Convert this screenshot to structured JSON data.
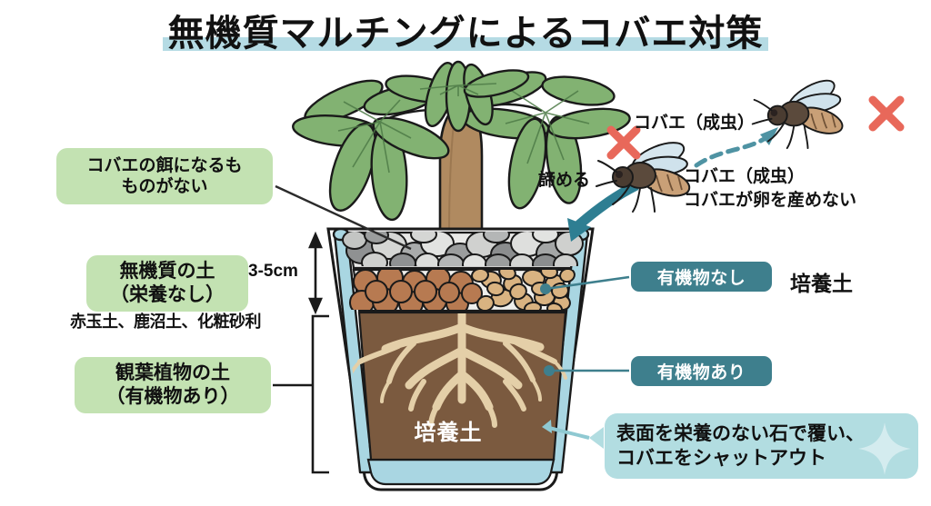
{
  "title": "無機質マルチングによるコバエ対策",
  "left_labels": {
    "food_box_line1": "コバエの餌になるも",
    "food_box_line2": "ものがない",
    "inorganic_box_line1": "無機質の土",
    "inorganic_box_line2": "（栄養なし）",
    "soil_types_note": "赤玉土、鹿沼土、化粧砂利",
    "houseplant_box_line1": "観葉植物の土",
    "houseplant_box_line2": "（有機物あり）",
    "depth_measure": "3-5cm"
  },
  "right_labels": {
    "badge_no_organic": "有機物なし",
    "badge_has_organic": "有機物あり",
    "potting_soil": "培養土"
  },
  "fly_labels": {
    "adult_fly_top": "コバエ（成虫）",
    "give_up": "諦める",
    "adult_fly_second": "コバエ（成虫）",
    "cannot_lay_eggs": "コバエが卵を産めない"
  },
  "callout": {
    "line1": "表面を栄養のない石で覆い、",
    "line2": "コバエをシャットアウト"
  },
  "pot": {
    "soil_text": "培養土"
  },
  "icons": {
    "red_x_left": "red-x-mark",
    "red_x_right": "red-x-mark",
    "fly_left": "fly-illustration",
    "fly_right": "fly-illustration",
    "sparkle": "sparkle-icon",
    "arrow_give_up": "curved-arrow-down",
    "arrow_dashed": "dashed-curved-arrow",
    "plant": "pachira-plant-illustration"
  },
  "colors": {
    "title_highlight": "#b5dbe4",
    "green_box": "#c3e2b2",
    "teal_badge": "#3e7f8d",
    "callout_bg": "#b2dde1",
    "red_x": "#e8685a",
    "arrow_teal": "#2e7e92",
    "pot_wall": "#a9d6e2",
    "gravel_gray": "#b9bbbb",
    "akadama_brown": "#b77a51",
    "kanuma_tan": "#d9b381",
    "soil_brown": "#7b5a3f",
    "leaf_green": "#82b272",
    "trunk_brown": "#b08a60"
  }
}
